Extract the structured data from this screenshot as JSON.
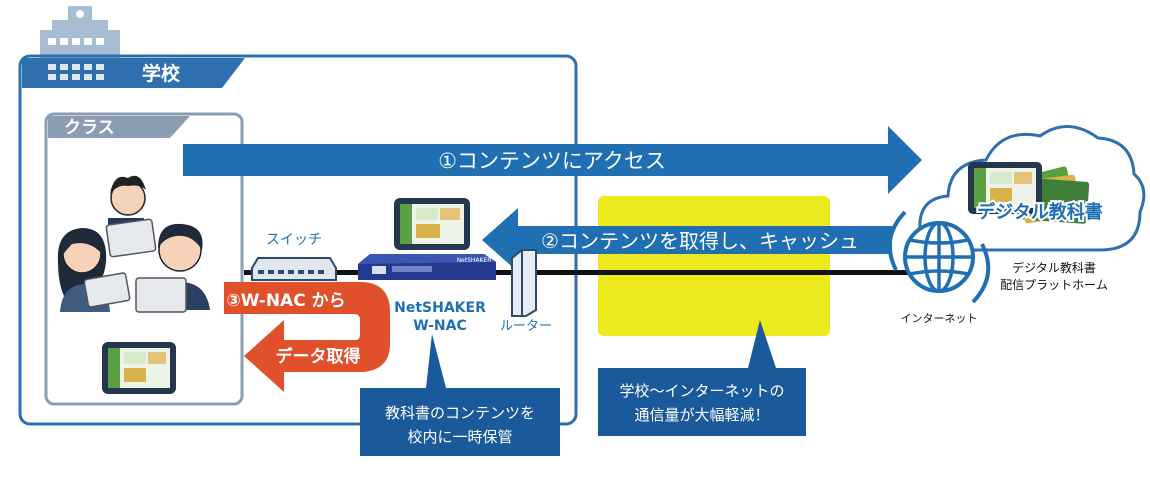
{
  "school": {
    "label": "学校"
  },
  "class_room": {
    "label": "クラス"
  },
  "arrows": {
    "access": "①コンテンツにアクセス",
    "fetch_cache": "②コンテンツを取得し、キャッシュ",
    "wnac_from": "③W-NAC から",
    "data_get": "データ取得"
  },
  "devices": {
    "switch": "スイッチ",
    "router": "ルーター",
    "netshaker_line1": "NetSHAKER",
    "netshaker_line2": "W-NAC",
    "appliance_brand": "NetSHAKER"
  },
  "internet": {
    "label": "インターネット"
  },
  "cloud": {
    "title": "デジタル教科書",
    "caption_line1": "デジタル教科書",
    "caption_line2": "配信プラットホーム"
  },
  "callouts": {
    "cache_line1": "教科書のコンテンツを",
    "cache_line2": "校内に一時保管",
    "traffic_line1": "学校〜インターネットの",
    "traffic_line2": "通信量が大幅軽減！"
  },
  "colors": {
    "blue": "#1f6fb2",
    "dark_blue": "#1a5a9a",
    "orange": "#e0502b",
    "yellow": "#ecea1c",
    "school_header": "#2e6fb0",
    "class_header": "#8a9db4"
  }
}
